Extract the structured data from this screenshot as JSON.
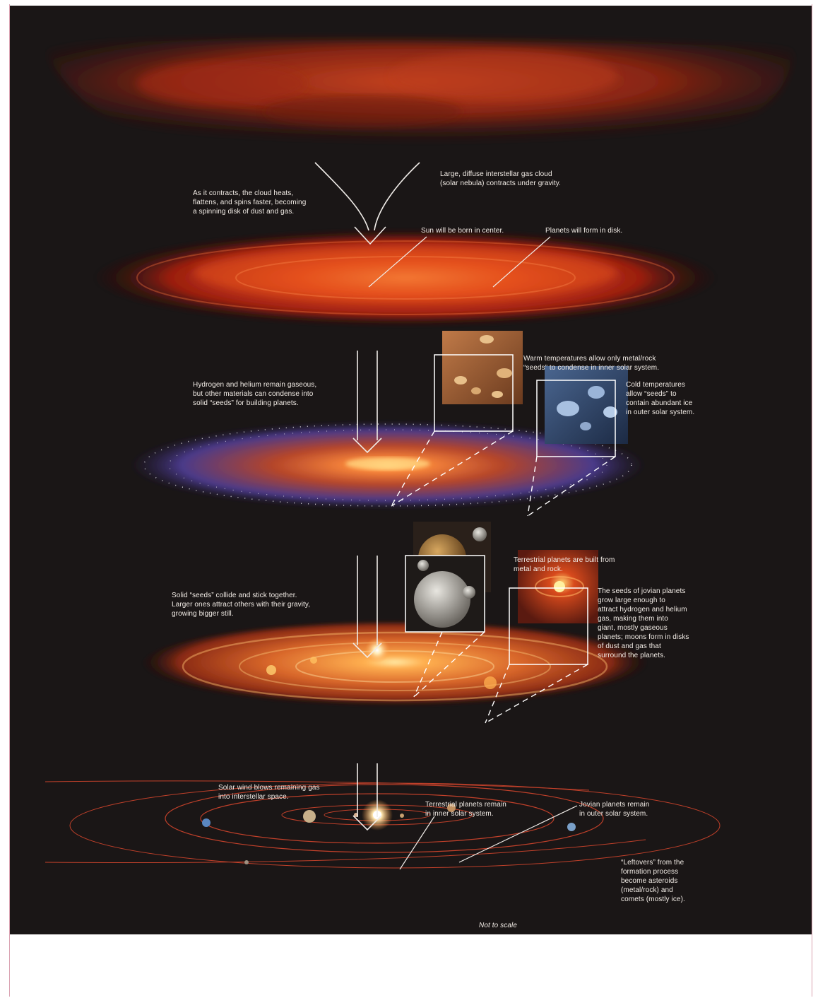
{
  "labels": {
    "nebula": "Large, diffuse interstellar gas cloud\n(solar nebula) contracts under gravity.",
    "contracts": "As it contracts, the cloud heats,\nflattens, and spins faster, becoming\na spinning disk of dust and gas.",
    "sun_center": "Sun will be born in center.",
    "planets_disk": "Planets will form in disk.",
    "gaseous": "Hydrogen and helium remain gaseous,\nbut other materials can condense into\nsolid “seeds” for building planets.",
    "warm": "Warm temperatures allow only metal/rock\n“seeds” to condense in inner solar system.",
    "cold": "Cold temperatures\nallow “seeds” to\ncontain abundant ice\nin outer solar system.",
    "collide": "Solid “seeds” collide and stick together.\nLarger ones attract others with their gravity,\ngrowing bigger still.",
    "terrestrial_built": "Terrestrial planets are built from\nmetal and rock.",
    "jovian_seeds": "The seeds of jovian planets\ngrow large enough to\nattract hydrogen and helium\ngas, making them into\ngiant, mostly gaseous\nplanets; moons form in disks\nof dust and gas that\nsurround the planets.",
    "solar_wind": "Solar wind blows remaining gas\ninto interstellar space.",
    "terrestrial_remain": "Terrestrial planets remain\nin inner solar system.",
    "jovian_remain": "Jovian planets remain\nin outer solar system.",
    "leftovers": "“Leftovers” from the\nformation process\nbecome asteroids\n(metal/rock) and\ncomets (mostly ice).",
    "not_to_scale": "Not to scale"
  },
  "colors": {
    "background": "#1a1616",
    "nebula": "#b8371a",
    "disk_hot": "#ff8a3a",
    "ice_blue": "#9fb6d8",
    "text": "#f2ece6"
  }
}
